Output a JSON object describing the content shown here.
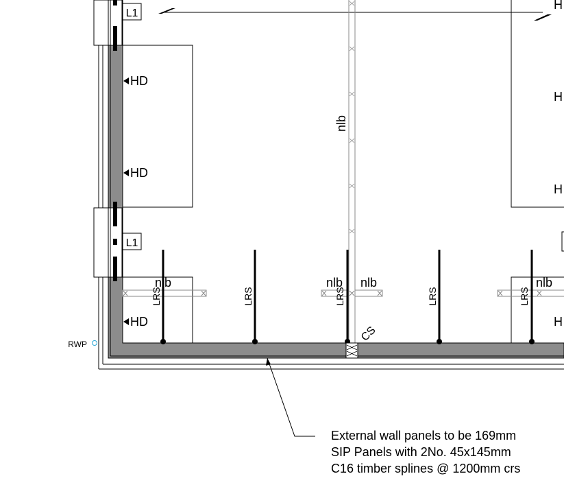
{
  "labels": {
    "l1": "L1",
    "hd": "HD",
    "h": "H",
    "nlb": "nlb",
    "lrs": "LRS",
    "cs": "CS",
    "rwp": "RWP"
  },
  "note": {
    "line1": "External wall panels to be 169mm",
    "line2": "SIP Panels with 2No. 45x145mm",
    "line3": "C16 timber splines @ 1200mm crs"
  },
  "colors": {
    "wall_fill": "#8c8c8c",
    "line": "#000000",
    "partition": "#8a8a8a",
    "rwp": "#2aa7d6"
  }
}
